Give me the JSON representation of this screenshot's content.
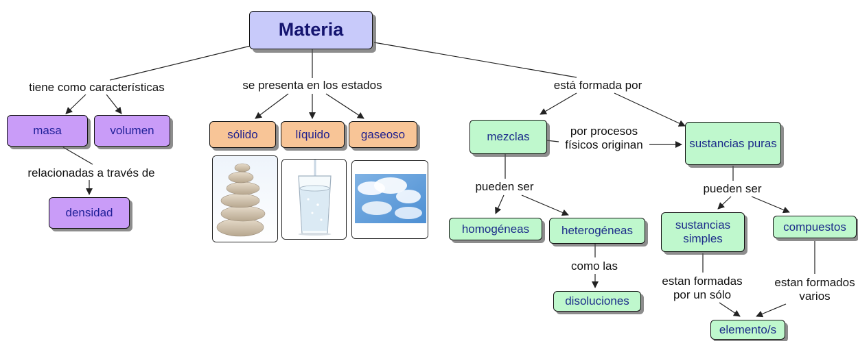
{
  "root": {
    "label": "Materia"
  },
  "links": {
    "characteristics": "tiene como características",
    "states": "se presenta en los estados",
    "composition": "está formada por",
    "related": "relacionadas a través de",
    "physical_processes": "por procesos físicos originan",
    "mixtures_can_be": "pueden ser",
    "substances_can_be": "pueden ser",
    "such_as": "como las",
    "made_of_single": "estan formadas por un sólo",
    "made_of_several": "estan formados varios"
  },
  "nodes": {
    "masa": "masa",
    "volumen": "volumen",
    "densidad": "densidad",
    "solido": "sólido",
    "liquido": "líquido",
    "gaseoso": "gaseoso",
    "mezclas": "mezclas",
    "sustancias_puras": "sustancias puras",
    "homogeneas": "homogéneas",
    "heterogeneas": "heterogéneas",
    "disoluciones": "disoluciones",
    "sustancias_simples": "sustancias simples",
    "compuestos": "compuestos",
    "elementos": "elemento/s"
  },
  "images": {
    "solid": "stacked-stones",
    "liquid": "glass-of-water",
    "gas": "sky-clouds"
  },
  "colors": {
    "root": "#c8cafa",
    "purple": "#c99cf8",
    "orange": "#f8c597",
    "green": "#bff8cd",
    "text": "#1f1f98",
    "line": "#222222"
  }
}
